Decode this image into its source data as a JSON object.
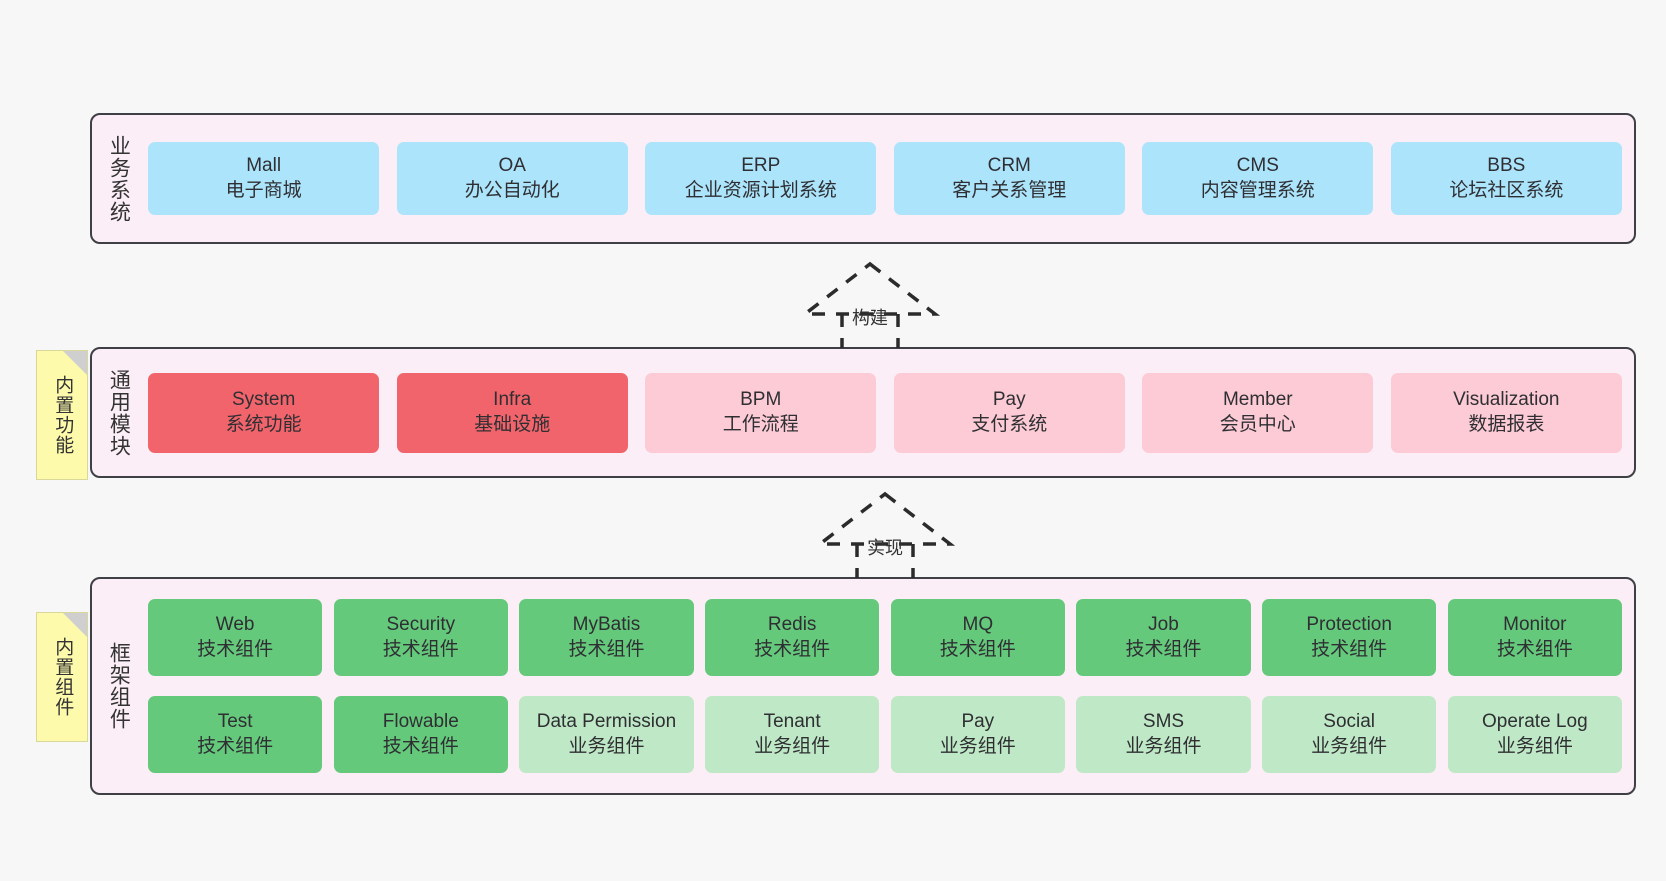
{
  "diagram": {
    "background": "#f7f7f7",
    "layer_fill": "#fbeef6",
    "layer_border": "#3f3f46",
    "note_fill": "#fdfbab"
  },
  "layers": [
    {
      "id": "business",
      "title": "业务系统",
      "rows": [
        {
          "cards": [
            {
              "en": "Mall",
              "cn": "电子商城",
              "color": "#ace4fb",
              "style": "c-blue"
            },
            {
              "en": "OA",
              "cn": "办公自动化",
              "color": "#ace4fb",
              "style": "c-blue"
            },
            {
              "en": "ERP",
              "cn": "企业资源计划系统",
              "color": "#ace4fb",
              "style": "c-blue"
            },
            {
              "en": "CRM",
              "cn": "客户关系管理",
              "color": "#ace4fb",
              "style": "c-blue"
            },
            {
              "en": "CMS",
              "cn": "内容管理系统",
              "color": "#ace4fb",
              "style": "c-blue"
            },
            {
              "en": "BBS",
              "cn": "论坛社区系统",
              "color": "#ace4fb",
              "style": "c-blue"
            }
          ]
        }
      ]
    },
    {
      "id": "common-modules",
      "title": "通用模块",
      "note": "内置功能",
      "rows": [
        {
          "cards": [
            {
              "en": "System",
              "cn": "系统功能",
              "color": "#f2646b",
              "style": "c-red"
            },
            {
              "en": "Infra",
              "cn": "基础设施",
              "color": "#f2646b",
              "style": "c-red"
            },
            {
              "en": "BPM",
              "cn": "工作流程",
              "color": "#fccbd6",
              "style": "c-pink"
            },
            {
              "en": "Pay",
              "cn": "支付系统",
              "color": "#fccbd6",
              "style": "c-pink"
            },
            {
              "en": "Member",
              "cn": "会员中心",
              "color": "#fccbd6",
              "style": "c-pink"
            },
            {
              "en": "Visualization",
              "cn": "数据报表",
              "color": "#fccbd6",
              "style": "c-pink"
            }
          ]
        }
      ]
    },
    {
      "id": "framework-components",
      "title": "框架组件",
      "note": "内置组件",
      "rows": [
        {
          "cards": [
            {
              "en": "Web",
              "cn": "技术组件",
              "color": "#65c97c",
              "style": "c-green"
            },
            {
              "en": "Security",
              "cn": "技术组件",
              "color": "#65c97c",
              "style": "c-green"
            },
            {
              "en": "MyBatis",
              "cn": "技术组件",
              "color": "#65c97c",
              "style": "c-green"
            },
            {
              "en": "Redis",
              "cn": "技术组件",
              "color": "#65c97c",
              "style": "c-green"
            },
            {
              "en": "MQ",
              "cn": "技术组件",
              "color": "#65c97c",
              "style": "c-green"
            },
            {
              "en": "Job",
              "cn": "技术组件",
              "color": "#65c97c",
              "style": "c-green"
            },
            {
              "en": "Protection",
              "cn": "技术组件",
              "color": "#65c97c",
              "style": "c-green"
            },
            {
              "en": "Monitor",
              "cn": "技术组件",
              "color": "#65c97c",
              "style": "c-green"
            }
          ]
        },
        {
          "cards": [
            {
              "en": "Test",
              "cn": "技术组件",
              "color": "#65c97c",
              "style": "c-green"
            },
            {
              "en": "Flowable",
              "cn": "技术组件",
              "color": "#65c97c",
              "style": "c-green"
            },
            {
              "en": "Data Permission",
              "cn": "业务组件",
              "color": "#bfe9c6",
              "style": "c-lgreen"
            },
            {
              "en": "Tenant",
              "cn": "业务组件",
              "color": "#bfe9c6",
              "style": "c-lgreen"
            },
            {
              "en": "Pay",
              "cn": "业务组件",
              "color": "#bfe9c6",
              "style": "c-lgreen"
            },
            {
              "en": "SMS",
              "cn": "业务组件",
              "color": "#bfe9c6",
              "style": "c-lgreen"
            },
            {
              "en": "Social",
              "cn": "业务组件",
              "color": "#bfe9c6",
              "style": "c-lgreen"
            },
            {
              "en": "Operate Log",
              "cn": "业务组件",
              "color": "#bfe9c6",
              "style": "c-lgreen"
            }
          ]
        }
      ]
    }
  ],
  "connectors": [
    {
      "id": "build",
      "label": "构建"
    },
    {
      "id": "implement",
      "label": "实现"
    }
  ]
}
